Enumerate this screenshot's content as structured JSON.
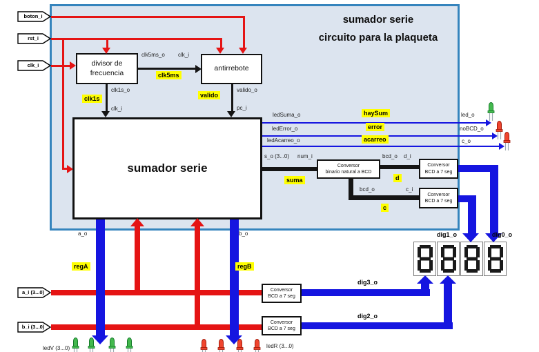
{
  "title": {
    "line1": "sumador serie",
    "line2": "circuito para la plaqueta"
  },
  "input_tags": {
    "boton_i": "boton_i",
    "rst_i": "rst_i",
    "clk_i": "clk_i",
    "a_i": "a_i (3...0)",
    "b_i": "b_i (3...0)"
  },
  "blocks": {
    "divisor": {
      "line1": "divisor de",
      "line2": "frecuencia"
    },
    "antirrebote": {
      "label": "antirrebote"
    },
    "sumador": {
      "label": "sumador serie"
    },
    "conv_bin_bcd": {
      "line1": "Conversor",
      "line2": "binario natural a BCD"
    },
    "conv_bcd_7seg": {
      "line1": "Conversor",
      "line2": "BCD a 7 seg"
    }
  },
  "signals": {
    "clk5ms_o": "clk5ms_o",
    "clk_i_anti": "clk_i",
    "clk1s_o": "clk1s_o",
    "clk_i_sum": "clk_i",
    "valido_o": "valido_o",
    "pc_i": "pc_i",
    "ledSuma_o": "ledSuma_o",
    "ledError_o": "ledError_o",
    "ledAcarreo_o": "ledAcarreo_o",
    "led_o": "led_o",
    "noBCD_o": "noBCD_o",
    "c_o": "c_o",
    "s_o": "s_o (3...0)",
    "num_i": "num_i",
    "bcd_o_d": "bcd_o",
    "d_i": "d_i",
    "bcd_o_c": "bcd_o",
    "c_i": "c_i",
    "a_o": "a_o",
    "b_o": "b_o",
    "dig3_o": "dig3_o",
    "dig2_o": "dig2_o",
    "dig1_o": "dig1_o",
    "dig0_o": "dig0_o",
    "ledV": "ledV (3...0)",
    "ledR": "ledR (3...0)"
  },
  "highlights": {
    "clk1s": "clk1s",
    "clk5ms": "clk5ms",
    "valido": "valido",
    "haySum": "haySum",
    "error": "error",
    "acarreo": "acarreo",
    "suma": "suma",
    "d": "d",
    "c": "c",
    "regA": "regA",
    "regB": "regB"
  },
  "display": {
    "value": "8888",
    "digit_count": 4
  },
  "leds": {
    "right_column": [
      "green",
      "red",
      "red"
    ],
    "bottom_left": {
      "color": "green",
      "count": 4
    },
    "bottom_right": {
      "color": "red",
      "count": 4
    }
  },
  "colors": {
    "wire_red": "#e51414",
    "wire_blue": "#1515e0",
    "wire_black": "#151515",
    "panel_fill": "#dce4ef",
    "panel_border": "#3584bd",
    "highlight": "#ffff00",
    "led_green": "#44b94e",
    "led_red": "#f0452e"
  }
}
